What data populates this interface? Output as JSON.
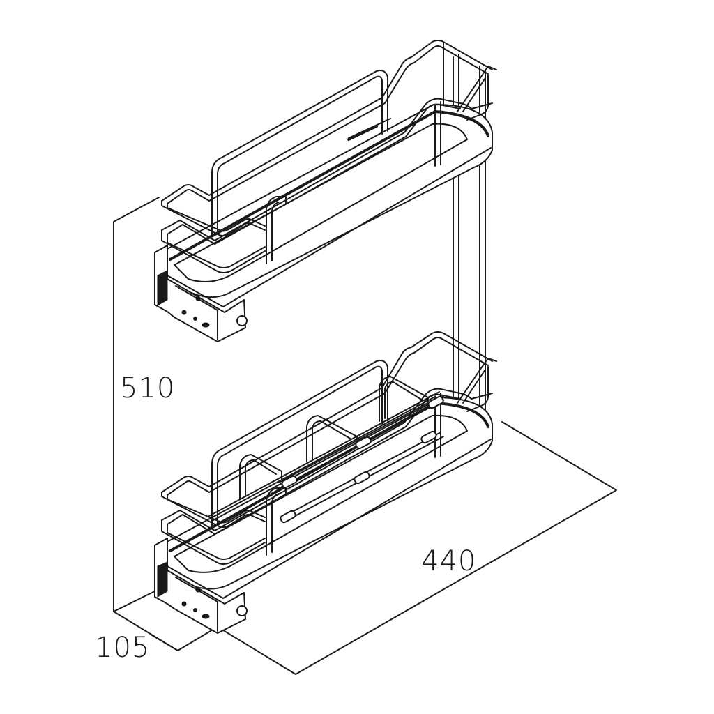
{
  "dimensions": {
    "height": "510",
    "width": "440",
    "depth": "105"
  },
  "colors": {
    "line": "#1a1a1a",
    "background": "#ffffff"
  }
}
